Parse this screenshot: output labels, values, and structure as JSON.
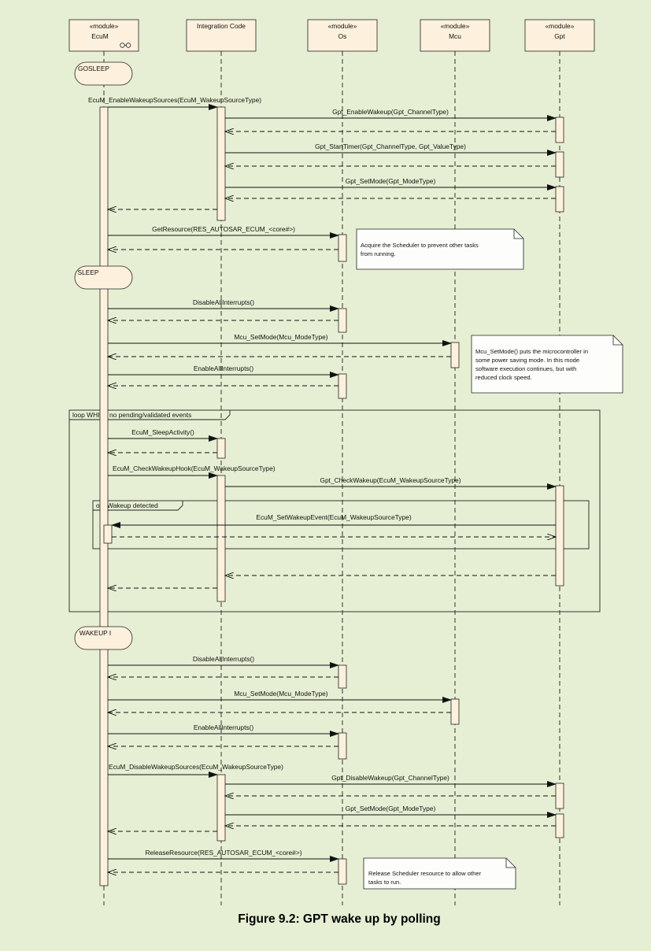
{
  "lifelines": [
    {
      "id": "ecum",
      "stereotype": "«module»",
      "name": "EcuM"
    },
    {
      "id": "integration",
      "stereotype": "",
      "name": "Integration Code"
    },
    {
      "id": "os",
      "stereotype": "«module»",
      "name": "Os"
    },
    {
      "id": "mcu",
      "stereotype": "«module»",
      "name": "Mcu"
    },
    {
      "id": "gpt",
      "stereotype": "«module»",
      "name": "Gpt"
    }
  ],
  "states": [
    "GOSLEEP",
    "SLEEP",
    "WAKEUP I"
  ],
  "messages": [
    "EcuM_EnableWakeupSources(EcuM_WakeupSourceType)",
    "Gpt_EnableWakeup(Gpt_ChannelType)",
    "Gpt_StartTimer(Gpt_ChannelType, Gpt_ValueType)",
    "Gpt_SetMode(Gpt_ModeType)",
    "GetResource(RES_AUTOSAR_ECUM_<core#>)",
    "DisableAllInterrupts()",
    "Mcu_SetMode(Mcu_ModeType)",
    "EnableAllInterrupts()",
    "EcuM_SleepActivity()",
    "EcuM_CheckWakeupHook(EcuM_WakeupSourceType)",
    "Gpt_CheckWakeup(EcuM_WakeupSourceType)",
    "EcuM_SetWakeupEvent(EcuM_WakeupSourceType)",
    "DisableAllInterrupts()",
    "Mcu_SetMode(Mcu_ModeType)",
    "EnableAllInterrupts()",
    "EcuM_DisableWakeupSources(EcuM_WakeupSourceType)",
    "Gpt_DisableWakeup(Gpt_ChannelType)",
    "Gpt_SetMode(Gpt_ModeType)",
    "ReleaseResource(RES_AUTOSAR_ECUM_<core#>)"
  ],
  "fragments": [
    {
      "kind": "loop",
      "label": "loop WHILE no pending/validated events"
    },
    {
      "kind": "opt",
      "label": "opt Wakeup detected"
    }
  ],
  "notes": [
    [
      "Acquire the Scheduler to prevent other tasks",
      "from running."
    ],
    [
      "Mcu_SetMode() puts the microcontroller in",
      "some power saving mode. In this mode",
      "software execution continues, but with",
      "reduced clock speed."
    ],
    [
      "Release Scheduler resource to allow other",
      "tasks to run."
    ]
  ],
  "caption": "Figure 9.2: GPT wake up by polling",
  "colors": {
    "background": "#e6efd3",
    "box_fill": "#fdf1dd",
    "line": "#1a1a1a"
  }
}
